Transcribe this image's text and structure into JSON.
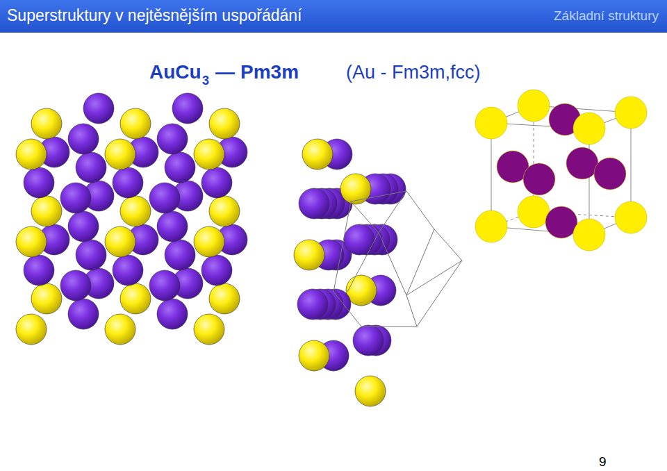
{
  "diagram": {
    "title": "Superstruktury v nejtěsnějším uspořádání",
    "labels": [
      "Základní struktury",
      "AuCu",
      "3",
      "—",
      "Pm3m",
      "(Au - Fm3m,fcc)",
      "9"
    ]
  }
}
